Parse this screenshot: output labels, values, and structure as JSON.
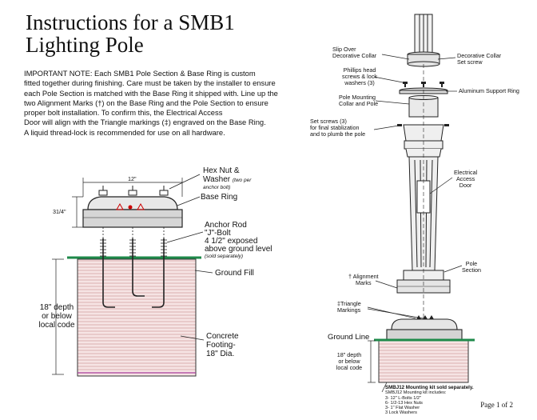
{
  "title_line1": "Instructions for a SMB1",
  "title_line2": "Lighting Pole",
  "note": {
    "line1": "IMPORTANT NOTE: Each SMB1 Pole Section & Base Ring is custom",
    "line2": "fitted together during finishing.  Care must be taken by the installer to ensure",
    "line3": "each Pole Section is matched with the Base Ring it shipped with. Line up the",
    "line4": "two Alignment Marks (†) on the Base Ring and the Pole Section to ensure",
    "line5": "proper bolt installation.  To confirm this, the Electrical Access",
    "line6": "Door will align with the Triangle markings (‡) engraved on the Base Ring.",
    "line7": "A liquid thread-lock is recommended for use on all hardware."
  },
  "left_diagram": {
    "dim_width": "12\"",
    "dim_height": "31/4\"",
    "hex_nut_line1": "Hex Nut &",
    "hex_nut_line2": "Washer",
    "hex_nut_note": "(two per",
    "hex_nut_note2": "anchor bolt)",
    "base_ring": "Base Ring",
    "anchor_line1": "Anchor Rod",
    "anchor_line2": "\"J\"-Bolt",
    "anchor_line3": "4 1/2\" exposed",
    "anchor_line4": "above ground level",
    "anchor_note": "(sold separately)",
    "ground_fill": "Ground Fill",
    "depth_line1": "18\" depth",
    "depth_line2": "or below",
    "depth_line3": "local code",
    "concrete_line1": "Concrete",
    "concrete_line2": "Footing-",
    "concrete_line3": "18\" Dia."
  },
  "right_diagram": {
    "slip_over_line1": "Slip Over",
    "slip_over_line2": "Decorative Collar",
    "deco_collar_line1": "Decorative Collar",
    "deco_collar_line2": "Set screw",
    "phillips_line1": "Phillips head",
    "phillips_line2": "screws & lock",
    "phillips_line3": "washers (3)",
    "aluminum_ring": "Aluminum Support Ring",
    "pole_mount_line1": "Pole Mounting",
    "pole_mount_line2": "Collar and Pole",
    "set_screws_line1": "Set screws (3)",
    "set_screws_line2": "for final stablization",
    "set_screws_line3": "and to plumb the pole",
    "elec_line1": "Electrical",
    "elec_line2": "Access",
    "elec_line3": "Door",
    "pole_line1": "Pole",
    "pole_line2": "Section",
    "align_line1": "† Alignment",
    "align_line2": "Marks",
    "tri_line1": "‡Triangle",
    "tri_line2": "Markings",
    "ground_line": "Ground Line",
    "depth_line1": "18\" depth",
    "depth_line2": "or below",
    "depth_line3": "local code",
    "kit_title": "SMBJ12 Mounting kit sold separately.",
    "kit_sub": "SMBJ12 Mounting kit includes:",
    "kit_item1": "3- 12\" L-Bolts 1/2\"",
    "kit_item2": "6- 1/2-13 Hex Nuts",
    "kit_item3": "3- 1\" Flat Washer",
    "kit_item4": "3 Lock Washers"
  },
  "page_label": "Page 1 of 2"
}
